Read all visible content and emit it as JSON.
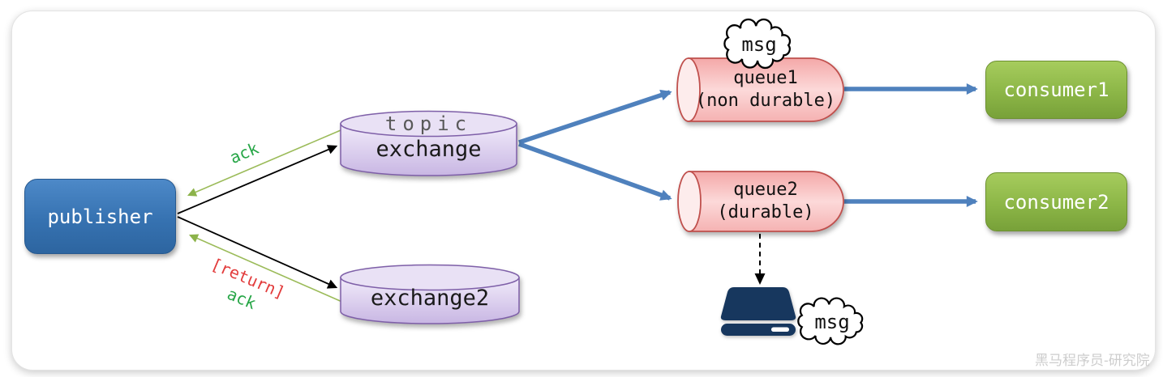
{
  "diagram": {
    "publisher": {
      "label": "publisher"
    },
    "exchanges": [
      {
        "type_label": "topic",
        "label": "exchange"
      },
      {
        "label": "exchange2"
      }
    ],
    "queues": [
      {
        "name": "queue1",
        "durability": "(non durable)"
      },
      {
        "name": "queue2",
        "durability": "(durable)"
      }
    ],
    "consumers": [
      {
        "label": "consumer1"
      },
      {
        "label": "consumer2"
      }
    ],
    "clouds": [
      {
        "label": "msg"
      },
      {
        "label": "msg"
      }
    ],
    "edge_labels": {
      "ack_publish": "ack",
      "return_label": "[return]",
      "ack_return": "ack"
    },
    "watermark": "黑马程序员-研究院",
    "colors": {
      "publisher_blue": "#3672b1",
      "consumer_green": "#8cb647",
      "exchange_purple": "#8064a2",
      "queue_red": "#c0504d",
      "arrow_blue": "#4f81bd",
      "ack_green": "#27a647",
      "ack_line_green": "#9bbb59",
      "return_red": "#e23b3b",
      "disk_navy": "#17375e"
    }
  }
}
